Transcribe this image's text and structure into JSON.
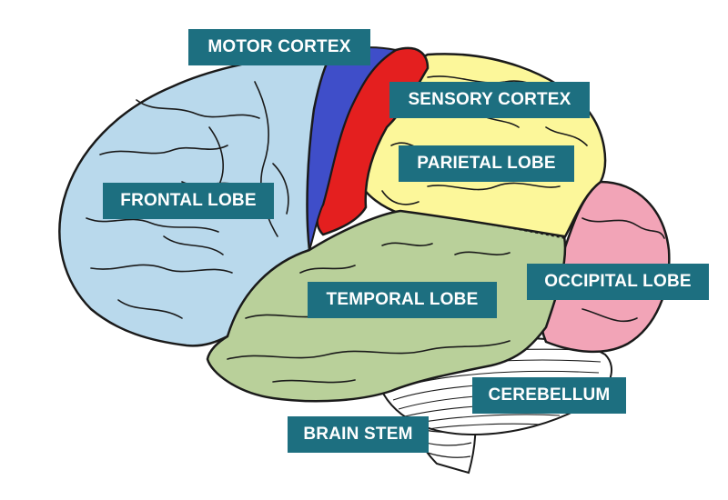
{
  "labels": {
    "motor_cortex": "MOTOR CORTEX",
    "sensory_cortex": "SENSORY CORTEX",
    "parietal_lobe": "PARIETAL LOBE",
    "frontal_lobe": "FRONTAL LOBE",
    "occipital_lobe": "OCCIPITAL LOBE",
    "temporal_lobe": "TEMPORAL LOBE",
    "cerebellum": "CEREBELLUM",
    "brain_stem": "BRAIN STEM"
  },
  "colors": {
    "frontal_lobe": "#b9d9ec",
    "motor_cortex": "#3f4ec9",
    "sensory_cortex": "#e41f1f",
    "parietal_lobe": "#fcf79a",
    "occipital_lobe": "#f2a4b7",
    "temporal_lobe": "#b9d09a",
    "cerebellum": "#ffffff",
    "brain_stem": "#ffffff",
    "label_background": "#1d6f80",
    "label_text": "#ffffff",
    "outline": "#1a1a1a"
  }
}
